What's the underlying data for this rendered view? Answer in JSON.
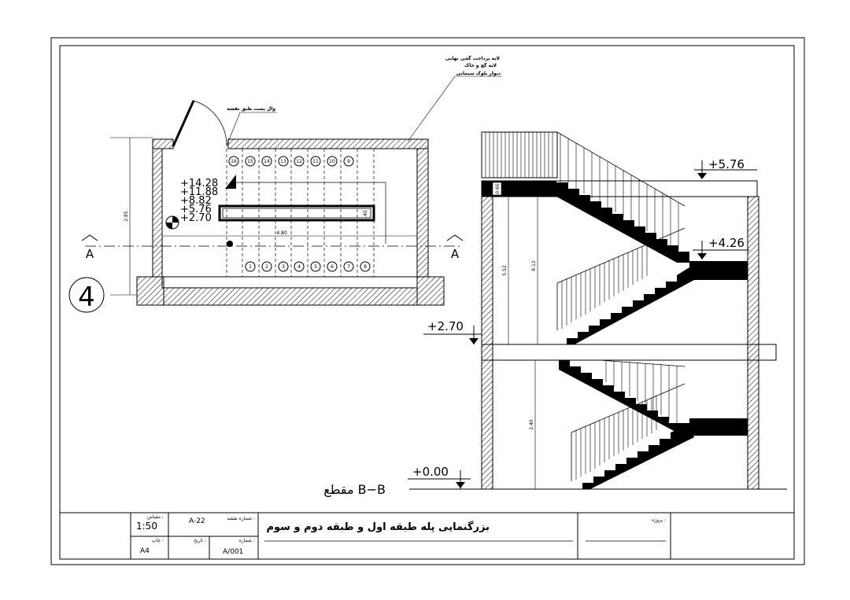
{
  "plan": {
    "stair_levels": [
      "+14.28",
      "+11.88",
      "+8.82",
      "+5.76",
      "+2.70"
    ],
    "upper_steps": [
      "16",
      "15",
      "14",
      "13",
      "12",
      "11",
      "10",
      "9"
    ],
    "lower_steps": [
      "1",
      "2",
      "3",
      "4",
      "5",
      "6",
      "7",
      "8"
    ],
    "width_dim": "4.80",
    "depth_dim": "2.85",
    "landing_note": ".40",
    "section_mark": "A",
    "detail_number": "4",
    "wall_note": "وال پست طبق نقشه"
  },
  "section": {
    "levels": [
      "+5.76",
      "+4.26",
      "+2.70",
      "+0.00"
    ],
    "dims": [
      "5.52",
      "6.12",
      "2.40"
    ],
    "beam_tag": "0.60",
    "title": "مقطع B−B"
  },
  "wall_notes": [
    "لایه پرداخت گچی نهایی",
    "لایه گچ و خاک",
    "دیوار بلوک سیمانی"
  ],
  "title_block": {
    "scale_label": "مقیاس :",
    "scale": "1:50",
    "paper_label": "چاپ :",
    "paper": "A4",
    "sheet_no_label": "شماره نقشه :",
    "sheet_no": "A-22",
    "date_label": "تاریخ :",
    "drawing_no_label": "شماره :",
    "drawing_no": "A/001",
    "title": "بزرگنمایی پله طبقه اول و طبقه دوم و سوم",
    "project_label": "پروژه :"
  }
}
